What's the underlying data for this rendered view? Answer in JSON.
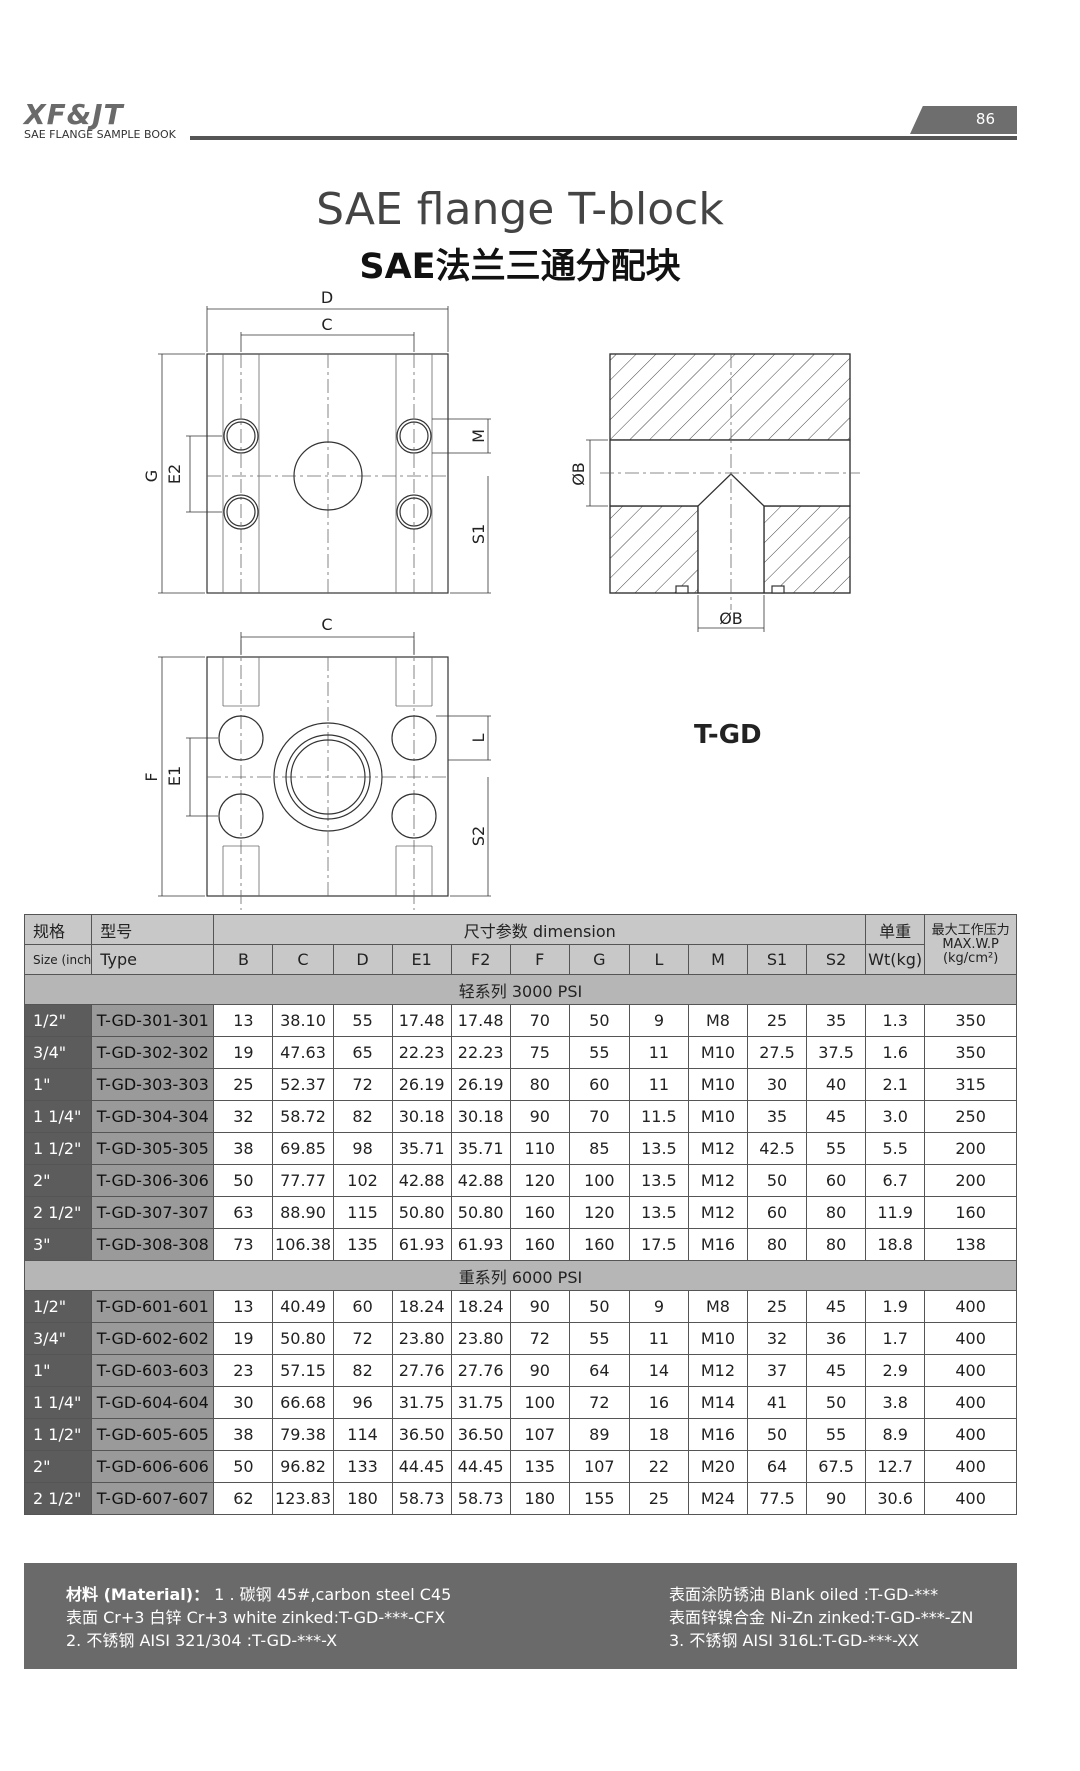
{
  "header": {
    "logo": "XF&JT",
    "book_name": "SAE FLANGE SAMPLE BOOK",
    "page_number": "86"
  },
  "title": {
    "english": "SAE flange T-block",
    "chinese": "SAE法兰三通分配块"
  },
  "drawing_labels": {
    "D": "D",
    "C": "C",
    "G": "G",
    "E2": "E2",
    "M": "M",
    "S1": "S1",
    "F": "F",
    "E1": "E1",
    "L": "L",
    "S2": "S2",
    "OB": "ØB"
  },
  "model": "T-GD",
  "table": {
    "header_row1": {
      "size_cn": "规格",
      "type_cn": "型号",
      "dimension": "尺寸参数 dimension",
      "weight_cn": "单重",
      "pressure_cn": "最大工作压力",
      "pressure_en": "MAX.W.P"
    },
    "header_row2": {
      "size_en": "Size (inch)",
      "type_en": "Type",
      "columns": [
        "B",
        "C",
        "D",
        "E1",
        "F2",
        "F",
        "G",
        "L",
        "M",
        "S1",
        "S2"
      ],
      "weight_en": "Wt(kg)",
      "pressure_unit": "(kg/cm²)"
    },
    "sections": [
      {
        "title": "轻系列 3000 PSI",
        "rows": [
          [
            "1/2\"",
            "T-GD-301-301",
            "13",
            "38.10",
            "55",
            "17.48",
            "17.48",
            "70",
            "50",
            "9",
            "M8",
            "25",
            "35",
            "1.3",
            "350"
          ],
          [
            "3/4\"",
            "T-GD-302-302",
            "19",
            "47.63",
            "65",
            "22.23",
            "22.23",
            "75",
            "55",
            "11",
            "M10",
            "27.5",
            "37.5",
            "1.6",
            "350"
          ],
          [
            "1\"",
            "T-GD-303-303",
            "25",
            "52.37",
            "72",
            "26.19",
            "26.19",
            "80",
            "60",
            "11",
            "M10",
            "30",
            "40",
            "2.1",
            "315"
          ],
          [
            "1 1/4\"",
            "T-GD-304-304",
            "32",
            "58.72",
            "82",
            "30.18",
            "30.18",
            "90",
            "70",
            "11.5",
            "M10",
            "35",
            "45",
            "3.0",
            "250"
          ],
          [
            "1 1/2\"",
            "T-GD-305-305",
            "38",
            "69.85",
            "98",
            "35.71",
            "35.71",
            "110",
            "85",
            "13.5",
            "M12",
            "42.5",
            "55",
            "5.5",
            "200"
          ],
          [
            "2\"",
            "T-GD-306-306",
            "50",
            "77.77",
            "102",
            "42.88",
            "42.88",
            "120",
            "100",
            "13.5",
            "M12",
            "50",
            "60",
            "6.7",
            "200"
          ],
          [
            "2 1/2\"",
            "T-GD-307-307",
            "63",
            "88.90",
            "115",
            "50.80",
            "50.80",
            "160",
            "120",
            "13.5",
            "M12",
            "60",
            "80",
            "11.9",
            "160"
          ],
          [
            "3\"",
            "T-GD-308-308",
            "73",
            "106.38",
            "135",
            "61.93",
            "61.93",
            "160",
            "160",
            "17.5",
            "M16",
            "80",
            "80",
            "18.8",
            "138"
          ]
        ]
      },
      {
        "title": "重系列 6000 PSI",
        "rows": [
          [
            "1/2\"",
            "T-GD-601-601",
            "13",
            "40.49",
            "60",
            "18.24",
            "18.24",
            "90",
            "50",
            "9",
            "M8",
            "25",
            "45",
            "1.9",
            "400"
          ],
          [
            "3/4\"",
            "T-GD-602-602",
            "19",
            "50.80",
            "72",
            "23.80",
            "23.80",
            "72",
            "55",
            "11",
            "M10",
            "32",
            "36",
            "1.7",
            "400"
          ],
          [
            "1\"",
            "T-GD-603-603",
            "23",
            "57.15",
            "82",
            "27.76",
            "27.76",
            "90",
            "64",
            "14",
            "M12",
            "37",
            "45",
            "2.9",
            "400"
          ],
          [
            "1 1/4\"",
            "T-GD-604-604",
            "30",
            "66.68",
            "96",
            "31.75",
            "31.75",
            "100",
            "72",
            "16",
            "M14",
            "41",
            "50",
            "3.8",
            "400"
          ],
          [
            "1 1/2\"",
            "T-GD-605-605",
            "38",
            "79.38",
            "114",
            "36.50",
            "36.50",
            "107",
            "89",
            "18",
            "M16",
            "50",
            "55",
            "8.9",
            "400"
          ],
          [
            "2\"",
            "T-GD-606-606",
            "50",
            "96.82",
            "133",
            "44.45",
            "44.45",
            "135",
            "107",
            "22",
            "M20",
            "64",
            "67.5",
            "12.7",
            "400"
          ],
          [
            "2 1/2\"",
            "T-GD-607-607",
            "62",
            "123.83",
            "180",
            "58.73",
            "58.73",
            "180",
            "155",
            "25",
            "M24",
            "77.5",
            "90",
            "30.6",
            "400"
          ]
        ]
      }
    ]
  },
  "material": {
    "label": "材料 (Material)：",
    "left_line1": "1 . 碳钢 45#,carbon steel C45",
    "left_line2": "表面 Cr+3 白锌    Cr+3 white zinked:T-GD-***-CFX",
    "left_line3": "2. 不锈钢 AISI 321/304    :T-GD-***-X",
    "right_line1": "表面涂防锈油 Blank oiled    :T-GD-***",
    "right_line2": "表面锌镍合金 Ni-Zn zinked:T-GD-***-ZN",
    "right_line3": "3.  不锈钢 AISI 316L:T-GD-***-XX"
  }
}
